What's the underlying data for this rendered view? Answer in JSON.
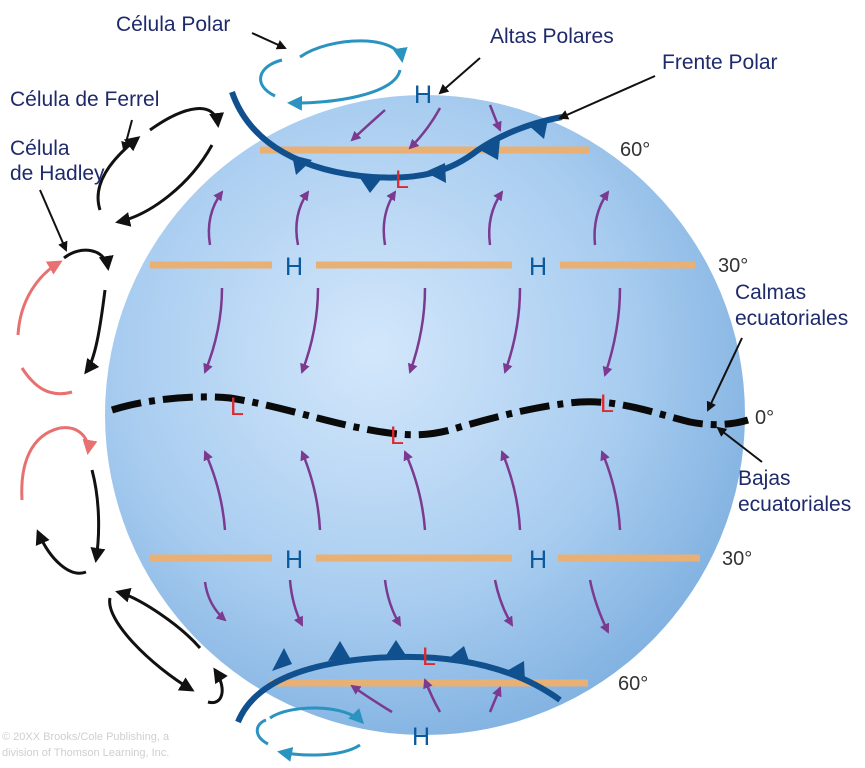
{
  "labels": {
    "celula_polar": "Célula Polar",
    "celula_ferrel": "Célula de Ferrel",
    "celula_hadley_1": "Célula",
    "celula_hadley_2": "de Hadley",
    "altas_polares": "Altas Polares",
    "frente_polar": "Frente Polar",
    "calmas_1": "Calmas",
    "calmas_2": "ecuatoriales",
    "bajas_1": "Bajas",
    "bajas_2": "ecuatoriales"
  },
  "latitudes": {
    "n60": "60°",
    "n30": "30°",
    "eq": "0°",
    "s30": "30°",
    "s60": "60°"
  },
  "pressure": {
    "high": "H",
    "low": "L"
  },
  "credit": {
    "line1": "© 20XX Brooks/Cole Publishing, a",
    "line2": "division of Thomson Learning, Inc."
  },
  "colors": {
    "globe": "#a9cdf0",
    "latitude_line": "#e8b074",
    "polar_front": "#10508e",
    "wind_arrow": "#7b3a90",
    "polar_cell": "#2a93c0",
    "hadley_warm": "#e87070",
    "label_text": "#1f2a6b",
    "high": "#0a5a9c",
    "low": "#e0282f"
  }
}
